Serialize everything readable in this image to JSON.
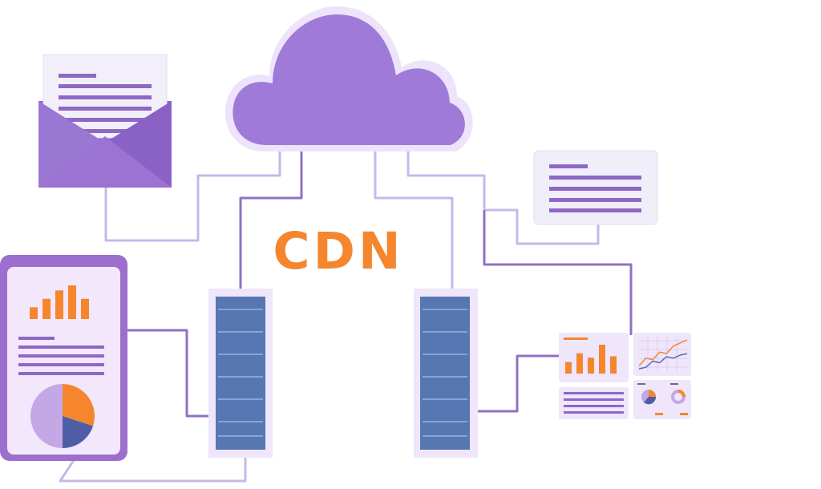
{
  "diagram": {
    "center_label": "CDN"
  },
  "colors": {
    "cloud_fill": "#a07ad8",
    "cloud_outline": "#ede4fb",
    "connector_dark": "#9071c4",
    "connector_light": "#c6b8e8",
    "server_frame": "#efe6fb",
    "server_body": "#5677b2",
    "accent_orange": "#f5862d",
    "card_lavender": "#efe6fb",
    "text_line_purple": "#8e68c4"
  },
  "icons": [
    "cloud-icon",
    "envelope-icon",
    "server-icon",
    "tablet-icon",
    "document-icon",
    "dashboard-icon",
    "bar-chart-icon",
    "pie-chart-icon",
    "line-chart-icon"
  ],
  "tablet_chart": {
    "bar_levels": [
      0.35,
      0.6,
      0.85,
      1.0,
      0.6
    ],
    "pie_segments": [
      {
        "share": 0.3,
        "color": "#f5862d"
      },
      {
        "share": 0.2,
        "color": "#4d5ea7"
      },
      {
        "share": 0.5,
        "color": "#c4a8e6"
      }
    ]
  },
  "dashboard_chart": {
    "bar_levels": [
      0.4,
      0.7,
      0.55,
      1.0,
      0.6
    ],
    "line_series_orange": [
      0.15,
      0.4,
      0.35,
      0.6,
      0.55,
      0.8,
      0.9,
      1.0
    ],
    "line_series_blue": [
      0.05,
      0.1,
      0.3,
      0.25,
      0.45,
      0.4,
      0.5,
      0.55
    ]
  }
}
